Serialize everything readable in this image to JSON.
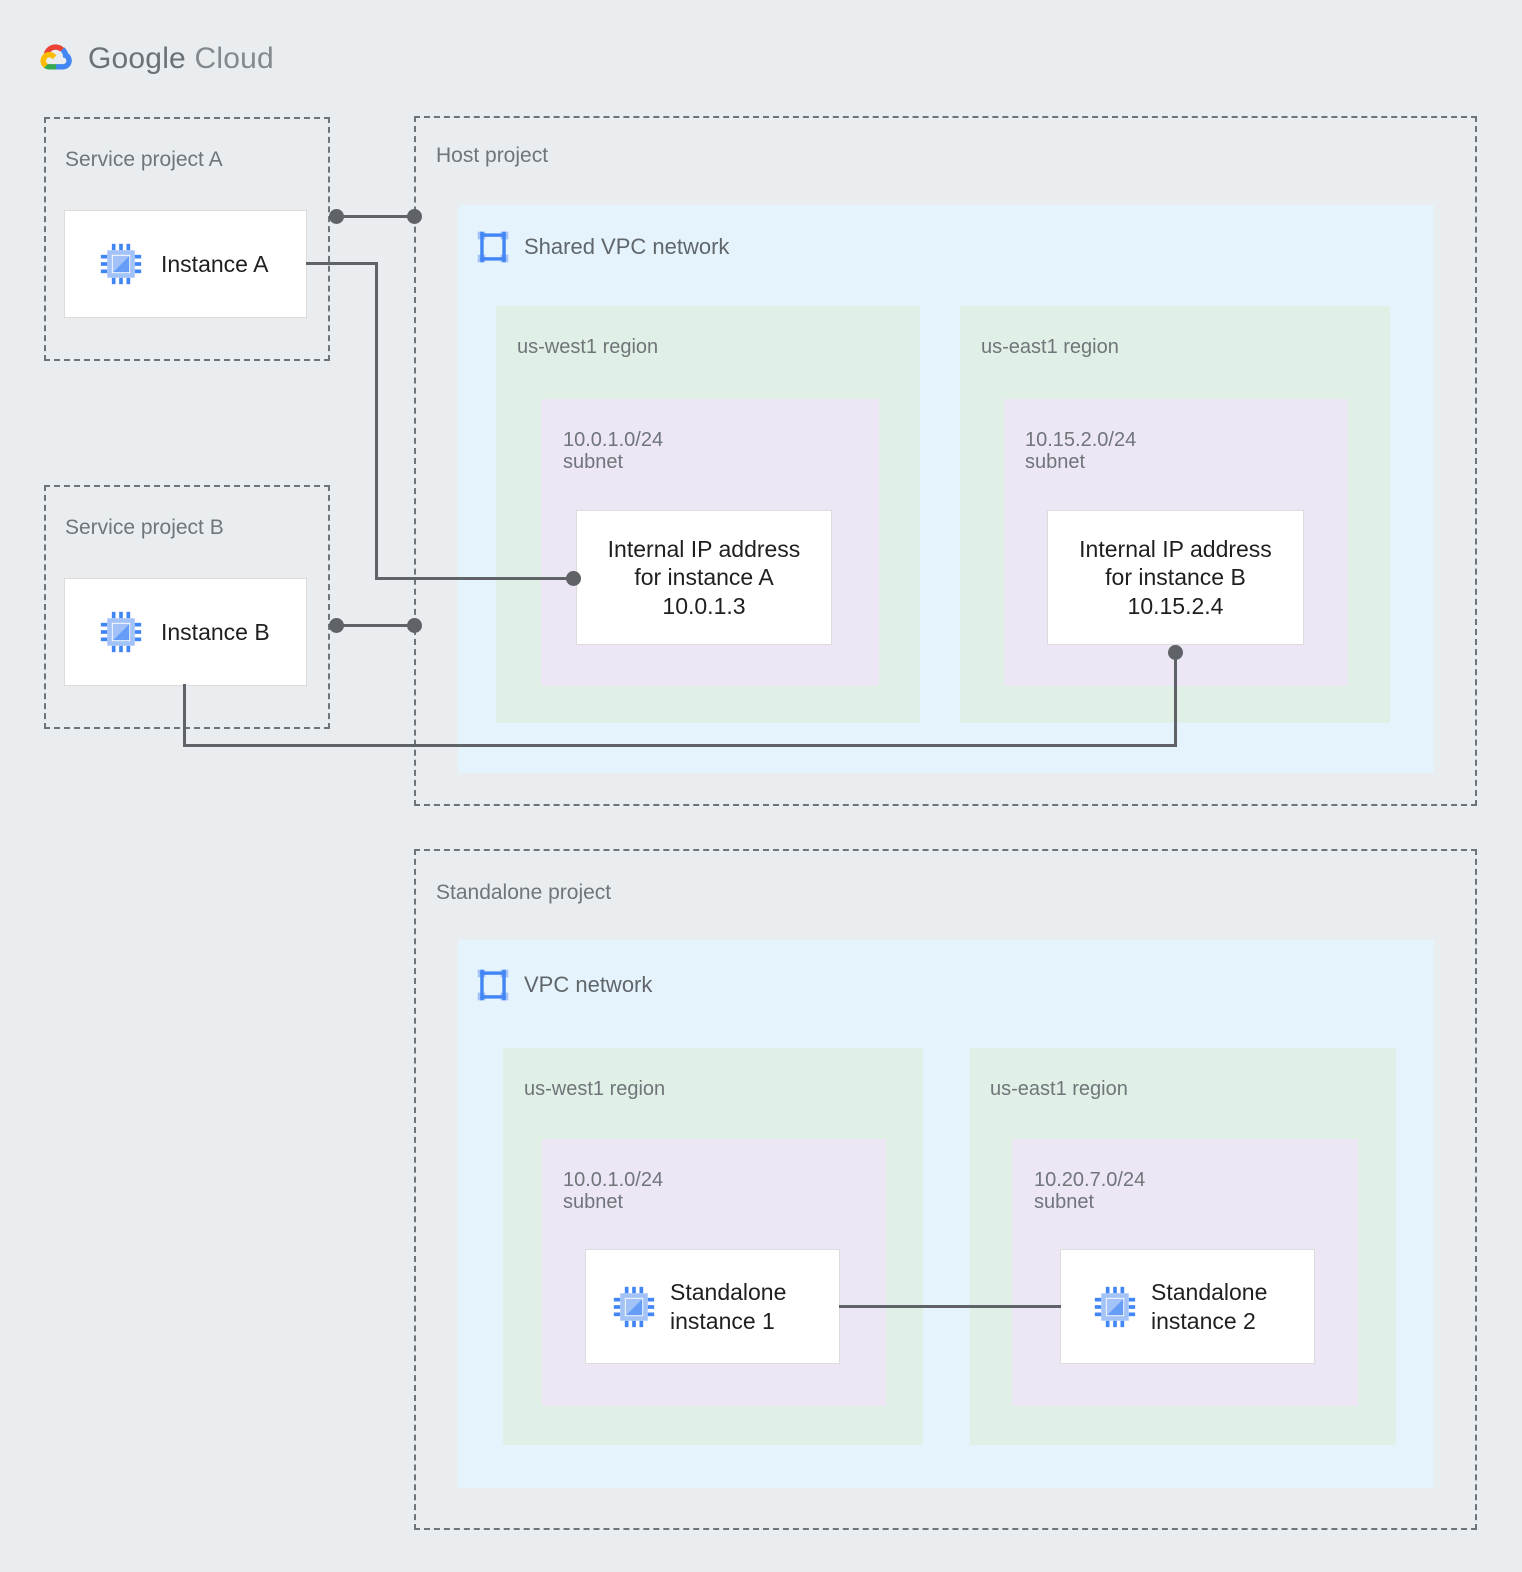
{
  "branding": {
    "logo_icon": "google-cloud-logo-icon",
    "name_bold": "Google",
    "name_light": "Cloud"
  },
  "projects": {
    "service_a": {
      "label": "Service project A",
      "instance": {
        "name": "Instance A",
        "icon": "compute-instance-icon"
      }
    },
    "service_b": {
      "label": "Service project B",
      "instance": {
        "name": "Instance B",
        "icon": "compute-instance-icon"
      }
    },
    "host": {
      "label": "Host project",
      "network": {
        "title": "Shared VPC network",
        "icon": "vpc-network-icon",
        "regions": [
          {
            "label": "us-west1 region",
            "subnet": "10.0.1.0/24\nsubnet",
            "node": "Internal IP address\nfor instance A\n10.0.1.3"
          },
          {
            "label": "us-east1 region",
            "subnet": "10.15.2.0/24\nsubnet",
            "node": "Internal IP address\nfor instance B\n10.15.2.4"
          }
        ]
      }
    },
    "standalone": {
      "label": "Standalone project",
      "network": {
        "title": "VPC network",
        "icon": "vpc-network-icon",
        "regions": [
          {
            "label": "us-west1 region",
            "subnet": "10.0.1.0/24\nsubnet",
            "node": "Standalone\ninstance 1",
            "node_icon": "compute-instance-icon"
          },
          {
            "label": "us-east1 region",
            "subnet": "10.20.7.0/24\nsubnet",
            "node": "Standalone\ninstance 2",
            "node_icon": "compute-instance-icon"
          }
        ]
      }
    }
  },
  "colors": {
    "page_background": "#e9edf0",
    "vpc_panel": "#e5f3fc",
    "region_panel": "#e1f0e6",
    "subnet_panel": "#ece6f5",
    "connector": "#5f6368",
    "dashed_border": "#6e7478",
    "icon_blue": "#4285f4",
    "icon_blue_light": "#a3c2f7",
    "label_text": "#6f7579",
    "node_text": "#1f1f1f"
  }
}
